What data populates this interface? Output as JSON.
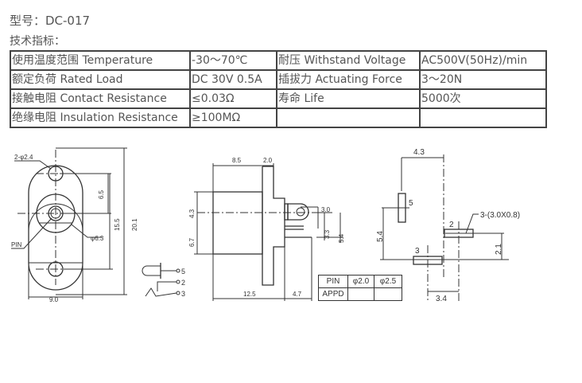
{
  "header": {
    "model_label": "型号：DC-017",
    "spec_heading": "技术指标："
  },
  "specs": [
    {
      "param1": "使用温度范围 Temperature",
      "value1": "-30～70℃",
      "param2": "耐压 Withstand Voltage",
      "value2": "AC500V(50Hz)/min"
    },
    {
      "param1": "额定负荷 Rated Load",
      "value1": "DC 30V 0.5A",
      "param2": "插拔力 Actuating Force",
      "value2": "3～20N"
    },
    {
      "param1": "接触电阻 Contact Resistance",
      "value1": "≤0.03Ω",
      "param2": "寿命 Life",
      "value2": "5000次"
    },
    {
      "param1": "绝缘电阻 Insulation Resistance",
      "value1": "≥100MΩ",
      "param2": "",
      "value2": ""
    }
  ],
  "drawing": {
    "front_view": {
      "hole_label": "2-φ2.4",
      "pin_label": "PIN",
      "dia_label": "φ6.3",
      "dim_6_5": "6.5",
      "dim_15_5": "15.5",
      "dim_20_1": "20.1",
      "dim_9_0": "9.0"
    },
    "schematic": {
      "pin5": "5",
      "pin2": "2",
      "pin3": "3"
    },
    "side_view": {
      "dim_8_5": "8.5",
      "dim_2_0": "2.0",
      "dim_4_3": "4.3",
      "dim_6_7": "6.7",
      "dim_3_0": "3.0",
      "dim_3_3": "3.3",
      "dim_5_4": "5.4",
      "dim_12_5": "12.5",
      "dim_4_7": "4.7"
    },
    "pin_table": {
      "row1": [
        "PIN",
        "φ2.0",
        "φ2.5"
      ],
      "row2": [
        "APPD",
        "",
        ""
      ]
    },
    "footprint": {
      "dim_4_3": "4.3",
      "pin5": "5",
      "slot_label": "3-(3.0X0.8)",
      "pin2": "2",
      "dim_5_4": "5.4",
      "pin3": "3",
      "dim_2_1": "2.1",
      "dim_3_4": "3.4"
    }
  }
}
